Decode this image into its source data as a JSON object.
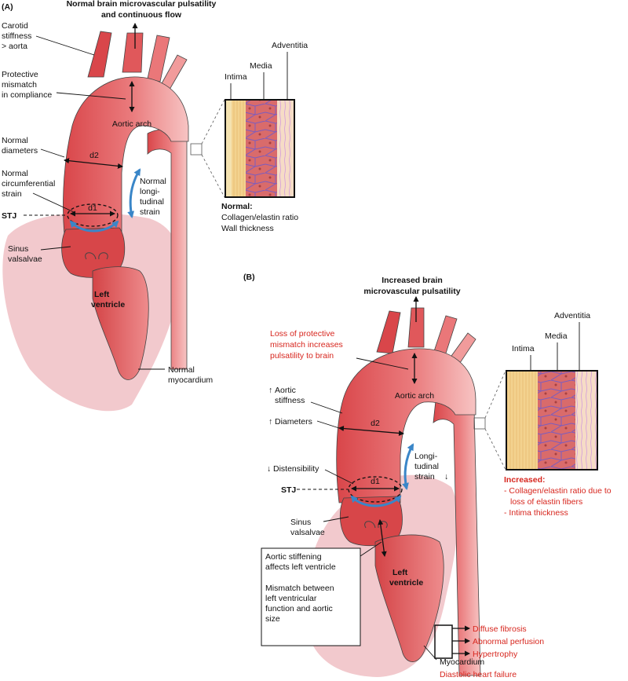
{
  "colors": {
    "vessel_dark": "#d9464a",
    "vessel_light": "#f5c0bf",
    "myocardium": "#f2c9cd",
    "strain_arrow": "#3a86c8",
    "highlight_red": "#d7261e",
    "media_cell": "#d46a6a",
    "intima_band": "#f3d28f"
  },
  "panel_a": {
    "label": "(A)",
    "title_line1": "Normal brain microvascular pulsatility",
    "title_line2": "and continuous flow",
    "carotid": [
      "Carotid",
      "stiffness",
      "> aorta"
    ],
    "mismatch": [
      "Protective",
      "mismatch",
      "in compliance"
    ],
    "diameters": [
      "Normal",
      "diameters"
    ],
    "circ_strain": [
      "Normal",
      "circumferential",
      "strain"
    ],
    "stj": "STJ",
    "sinus": [
      "Sinus",
      "valsalvae"
    ],
    "aortic_arch": "Aortic arch",
    "d2": "d2",
    "d1": "d1",
    "long_strain": [
      "Normal",
      "longi-",
      "tudinal",
      "strain"
    ],
    "left_ventricle": [
      "Left",
      "ventricle"
    ],
    "myocardium": [
      "Normal",
      "myocardium"
    ],
    "layers": {
      "intima": "Intima",
      "media": "Media",
      "adventitia": "Adventitia"
    },
    "caption_heading": "Normal:",
    "caption_lines": [
      "Collagen/elastin ratio",
      "Wall thickness"
    ]
  },
  "panel_b": {
    "label": "(B)",
    "title_line1": "Increased brain",
    "title_line2": "microvascular pulsatility",
    "loss_mismatch": [
      "Loss of protective",
      "mismatch increases",
      "pulsatility to brain"
    ],
    "aortic_stiffness": [
      "Aortic",
      "stiffness"
    ],
    "diameters": "Diameters",
    "distensibility": "Distensibility",
    "stj": "STJ",
    "sinus": [
      "Sinus",
      "valsalvae"
    ],
    "aortic_arch": "Aortic arch",
    "d2": "d2",
    "d1": "d1",
    "long_strain": [
      "Longi-",
      "tudinal",
      "strain"
    ],
    "left_ventricle": [
      "Left",
      "ventricle"
    ],
    "layers": {
      "intima": "Intima",
      "media": "Media",
      "adventitia": "Adventitia"
    },
    "caption_heading": "Increased:",
    "caption_lines": [
      "- Collagen/elastin ratio due to",
      "loss of elastin fibers",
      "- Intima thickness"
    ],
    "box_text_1": [
      "Aortic stiffening",
      "affects left ventricle"
    ],
    "box_text_2": [
      "Mismatch between",
      "left ventricular",
      "function and aortic",
      "size"
    ],
    "effects": [
      "Diffuse fibrosis",
      "Abnormal perfusion",
      "Hypertrophy"
    ],
    "myocardium": "Myocardium",
    "heart_failure": "Diastolic heart failure"
  }
}
